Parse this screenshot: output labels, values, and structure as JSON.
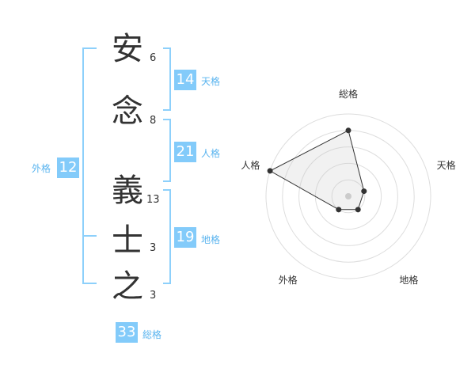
{
  "colors": {
    "accent": "#83cbfa",
    "bracket": "#8dd0fb",
    "label": "#5ab4ef",
    "text": "#333333"
  },
  "characters": [
    {
      "char": "安",
      "strokes": "6"
    },
    {
      "char": "念",
      "strokes": "8"
    },
    {
      "char": "義",
      "strokes": "13"
    },
    {
      "char": "士",
      "strokes": "3"
    },
    {
      "char": "之",
      "strokes": "3"
    }
  ],
  "fortunes": {
    "tenkaku": {
      "value": "14",
      "label": "天格"
    },
    "jinkaku": {
      "value": "21",
      "label": "人格"
    },
    "chikaku": {
      "value": "19",
      "label": "地格"
    },
    "gaikaku": {
      "value": "12",
      "label": "外格"
    },
    "soukaku": {
      "value": "33",
      "label": "総格"
    }
  },
  "chart_data": {
    "type": "radar",
    "axes": [
      "総格",
      "天格",
      "地格",
      "外格",
      "人格"
    ],
    "scale_max": 5,
    "rings": 5,
    "values": [
      4,
      1,
      1,
      1,
      5
    ]
  }
}
